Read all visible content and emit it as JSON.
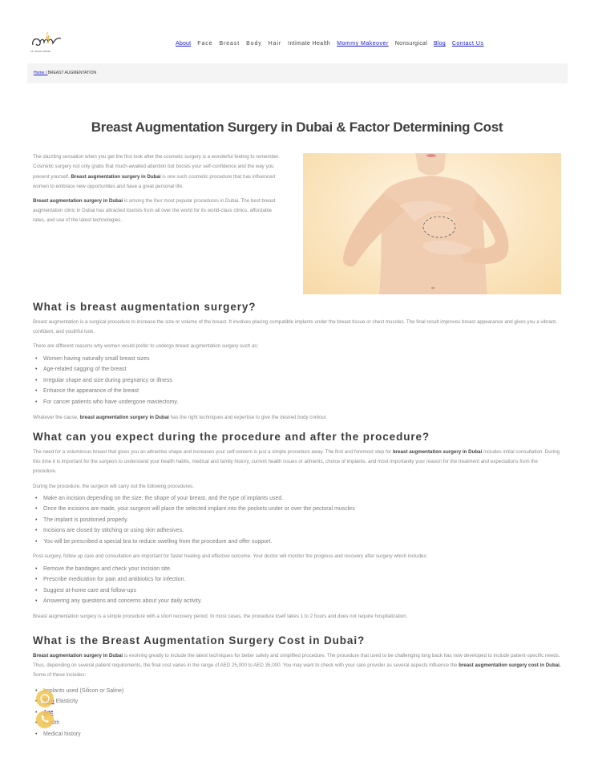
{
  "header": {
    "logo_text": "Dr. Alaska Wahba",
    "nav": [
      {
        "label": "About",
        "style": "link"
      },
      {
        "label": "Face",
        "style": "plain"
      },
      {
        "label": "Breast",
        "style": "plain"
      },
      {
        "label": "Body",
        "style": "plain"
      },
      {
        "label": "Hair",
        "style": "plain"
      },
      {
        "label": "Intimate Health",
        "style": "plain"
      },
      {
        "label": "Mommy Makeover",
        "style": "link"
      },
      {
        "label": "Nonsurgical",
        "style": "plain"
      },
      {
        "label": "Blog",
        "style": "link"
      },
      {
        "label": "Contact Us",
        "style": "link"
      }
    ]
  },
  "breadcrumb": {
    "home": "Home",
    "separator": " / ",
    "current": "BREAST AUGMENTATION"
  },
  "page_title": "Breast Augmentation Surgery in Dubai & Factor Determining Cost",
  "intro": {
    "p1_a": "The dazzling sensation when you get the first look after the cosmetic surgery is a wonderful feeling to remember. Cosmetic surgery not only grabs that much-awaited attention but boosts your self-confidence and the way you present yourself. ",
    "p1_bold": "Breast augmentation surgery in Dubai",
    "p1_b": " is one such cosmetic procedure that has influenced women to embrace new opportunities and have a great personal life.",
    "p2_bold": "Breast augmentation surgery in Dubai",
    "p2_a": " is among the four most popular procedures in Dubai. The best breast augmentation clinic in Dubai has attracted tourists from all over the world for its world-class clinics, affordable rates, and use of the latest technologies."
  },
  "hero_image": {
    "alt": "Woman with surgical markings on breast"
  },
  "section1": {
    "heading": "What is breast augmentation surgery?",
    "p1": "Breast augmentation is a surgical procedure to increase the size or volume of the breast. It involves placing compatible implants under the breast tissue or chest muscles. The final result improves breast appearance and gives you a vibrant, confident, and youthful look.",
    "p2": "There are different reasons why women would prefer to undergo breast augmentation surgery such as:",
    "reasons": [
      "Women having naturally small breast sizes",
      "Age-related sagging of the breast",
      "Irregular shape and size during pregnancy or illness",
      "Enhance the appearance of the breast",
      "For cancer patients who have undergone mastectomy."
    ],
    "p3_a": "Whatever the cause, ",
    "p3_bold": "breast augmentation surgery in Dubai",
    "p3_b": " has the right techniques and expertise to give the desired body contour."
  },
  "section2": {
    "heading": "What can you expect during the procedure and after the procedure?",
    "p1_a": "The need for a voluminous breast that gives you an attractive shape and increases your self-esteem is just a simple procedure away. The first and foremost step for ",
    "p1_bold": "breast augmentation surgery in Dubai",
    "p1_b": " includes initial consultation. During this time it is important for the surgeon to understand your health habits, medical and family history, current health issues or ailments, choice of implants, and most importantly your reason for the treatment and expectations from the procedure.",
    "p2": "During the procedure, the surgeon will carry out the following procedures.",
    "steps": [
      "Make an incision depending on the size, the shape of your breast, and the type of implants used.",
      "Once the incisions are made, your surgeon will place the selected implant into the pockets under or over the pectoral muscles",
      "The implant is positioned properly.",
      "Incisions are closed by stitching or using skin adhesives.",
      "You will be prescribed a special bra to reduce swelling from the procedure and offer support."
    ],
    "p3": "Post-surgery, follow up care and consultation are important for faster healing and effective outcome. Your doctor will monitor the progress and recovery after surgery which includes:",
    "aftercare": [
      "Remove the bandages and check your incision site.",
      "Prescribe medication for pain and antibiotics for infection.",
      "Suggest at-home care and follow-ups",
      "Answering any questions and concerns about your daily activity."
    ],
    "p4": "Breast augmentation surgery is a simple procedure with a short recovery period. In most cases, the procedure itself takes 1 to 2 hours and does not require hospitalization."
  },
  "section3": {
    "heading": "What is the Breast Augmentation Surgery Cost in Dubai?",
    "p1_bold": "Breast augmentation surgery in Dubai",
    "p1_a": " is evolving greatly to include the latest techniques for better safety and simplified procedure. The procedure that used to be challenging long back has now developed to include patient-specific needs. Thus, depending on several patient requirements, the final cost varies in the range of AED 25,000 to AED 35,000. You may want to check with your care provider as several aspects influence the ",
    "p1_bold2": "breast augmentation surgery cost in Dubai.",
    "p1_b": " Some of these includes:",
    "factors": [
      {
        "label": "Implants used (Silicon or Saline)",
        "link": ""
      },
      {
        "label": " Elasticity",
        "link": "Skin"
      },
      {
        "label": "",
        "link": "Age"
      },
      {
        "label": "Health",
        "link": ""
      },
      {
        "label": "Medical history",
        "link": ""
      }
    ]
  },
  "floating": {
    "whatsapp_label": "WhatsApp",
    "call_label": "Call",
    "accent_color": "#f3c250"
  },
  "colors": {
    "link": "#1a1ac8",
    "heading": "#3c3c3c",
    "body_text": "#8a8a8a",
    "breadcrumb_bg": "#f4f4f4"
  }
}
